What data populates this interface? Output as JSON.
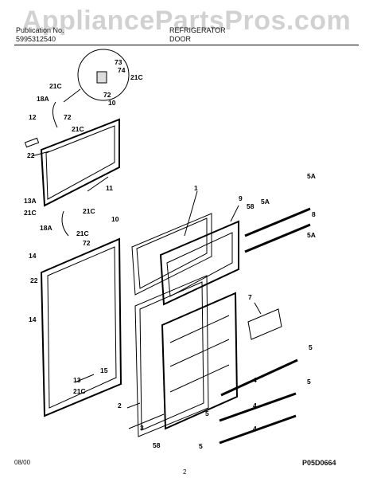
{
  "watermark": "AppliancePartsPros.com",
  "header": {
    "left_line1": "Publication No.",
    "left_line2": "5995312540",
    "right_line1": "REFRIGERATOR",
    "right_line2": "DOOR"
  },
  "callouts": [
    "73",
    "74",
    "21C",
    "21C",
    "72",
    "18A",
    "72",
    "10",
    "12",
    "21C",
    "22",
    "11",
    "1",
    "9",
    "58",
    "5A",
    "5A",
    "13A",
    "21C",
    "21C",
    "10",
    "18A",
    "21C",
    "72",
    "8",
    "5A",
    "14",
    "22",
    "14",
    "15",
    "7",
    "13",
    "21C",
    "2",
    "3",
    "58",
    "5",
    "4",
    "5",
    "4",
    "5",
    "4",
    "5"
  ],
  "footer": {
    "date": "08/00",
    "page": "2",
    "code": "P05D0664"
  }
}
